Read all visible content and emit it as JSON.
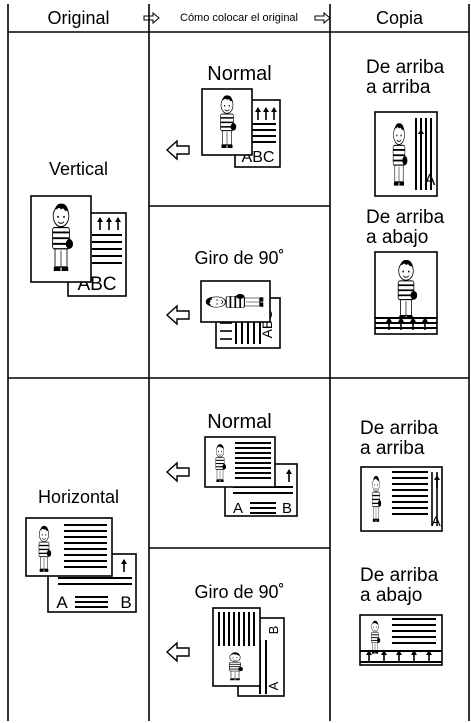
{
  "header": {
    "original": "Original",
    "middle": "Cómo colocar el original",
    "copy": "Copia"
  },
  "rows": {
    "vertical": {
      "label": "Vertical",
      "normal_label": "Normal",
      "rotated_label": "Giro de 90˚",
      "copy_normal": [
        "De arriba",
        "a arriba"
      ],
      "copy_rotated": [
        "De arriba",
        "a abajo"
      ]
    },
    "horizontal": {
      "label": "Horizontal",
      "normal_label": "Normal",
      "rotated_label": "Giro de 90˚",
      "copy_normal": [
        "De arriba",
        "a arriba"
      ],
      "copy_rotated": [
        "De arriba",
        "a abajo"
      ]
    }
  },
  "page_text": {
    "abc": "ABC",
    "a": "A",
    "b": "B"
  }
}
